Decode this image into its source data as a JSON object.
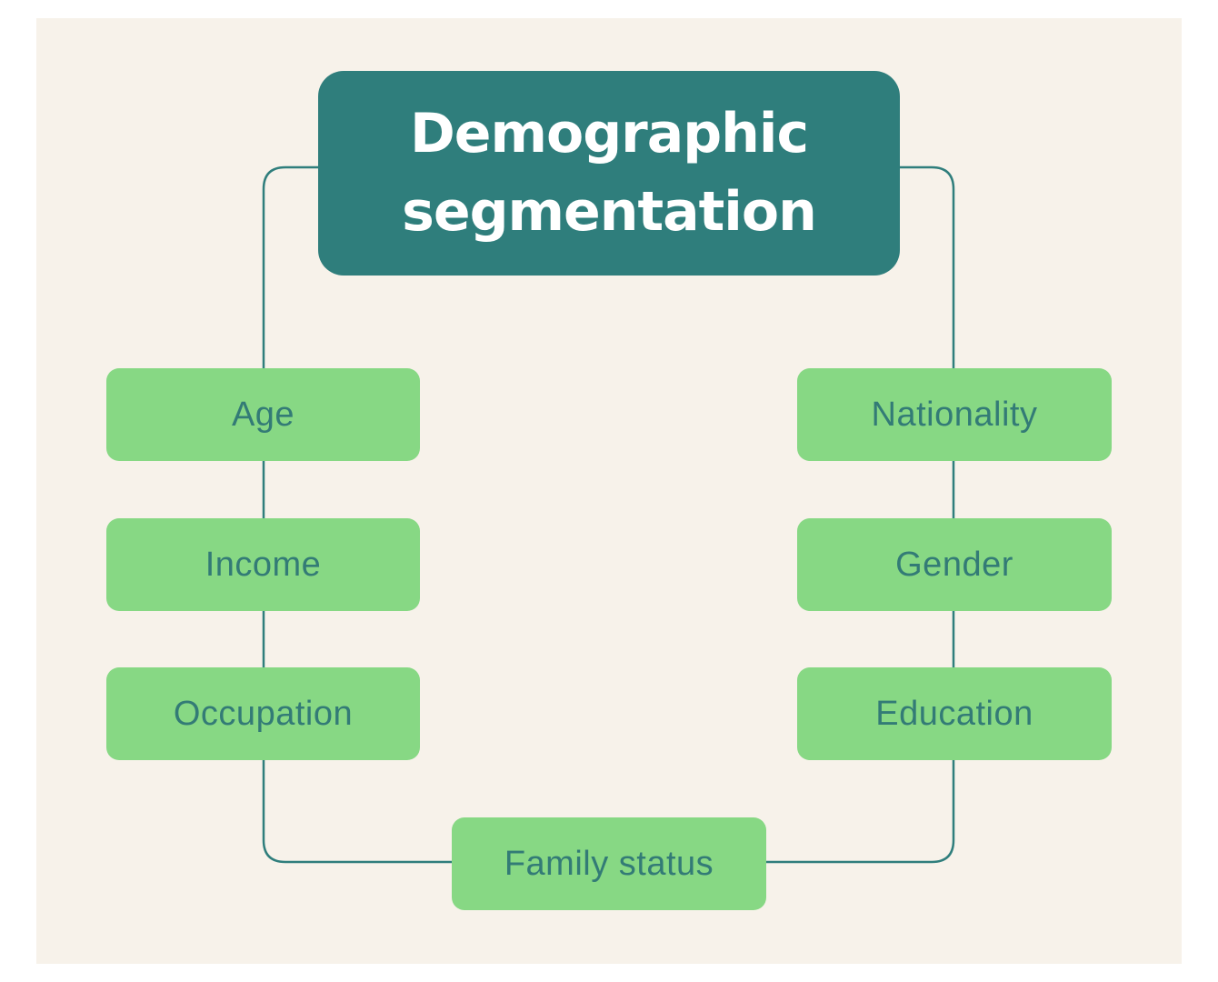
{
  "diagram": {
    "title": "Demographic segmentation",
    "left_nodes": [
      "Age",
      "Income",
      "Occupation"
    ],
    "right_nodes": [
      "Nationality",
      "Gender",
      "Education"
    ],
    "bottom_node": "Family status",
    "colors": {
      "page_background": "#FFFFFF",
      "canvas_background": "#F7F2EA",
      "title_box": "#2F7E7C",
      "title_text": "#FFFFFF",
      "node_box": "#87D884",
      "node_text": "#337B76",
      "connector_line": "#2F7E7C"
    }
  }
}
